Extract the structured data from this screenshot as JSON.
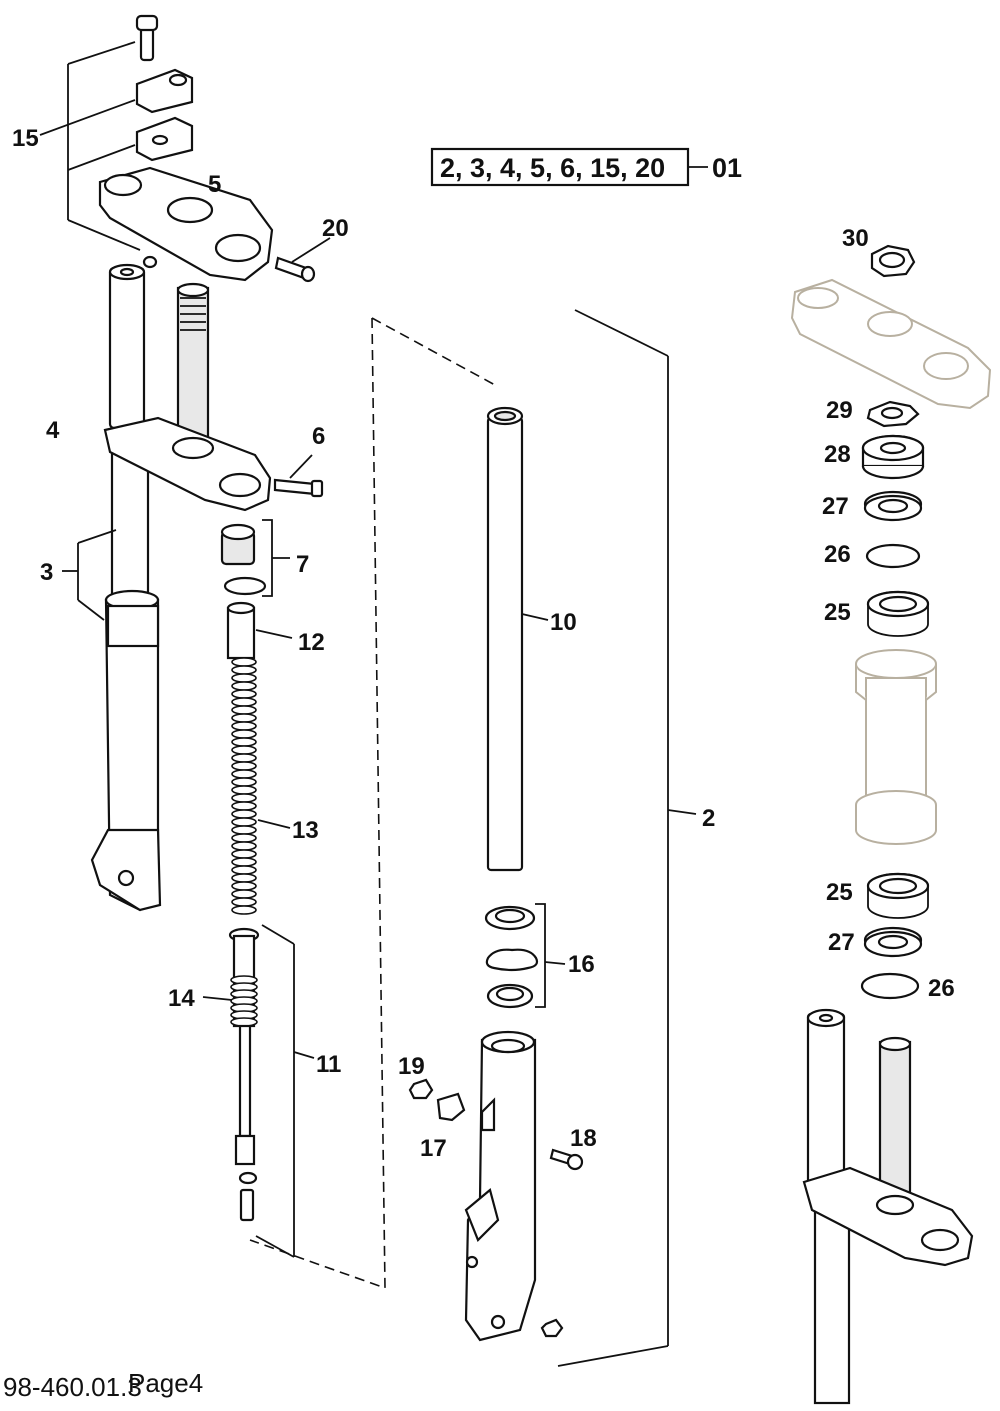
{
  "kit": {
    "parts": "2, 3, 4, 5, 6, 15, 20",
    "number": "01"
  },
  "labels": {
    "l15": "15",
    "l5": "5",
    "l20": "20",
    "l4": "4",
    "l6": "6",
    "l3": "3",
    "l7": "7",
    "l12": "12",
    "l13": "13",
    "l14": "14",
    "l11": "11",
    "l10": "10",
    "l2": "2",
    "l16": "16",
    "l19": "19",
    "l17": "17",
    "l18": "18",
    "l30": "30",
    "l29": "29",
    "l28": "28",
    "l27": "27",
    "l26": "26",
    "l25": "25",
    "l25b": "25",
    "l27b": "27",
    "l26b": "26"
  },
  "footer": {
    "code": "98-460.01.3",
    "page": "Page4"
  }
}
